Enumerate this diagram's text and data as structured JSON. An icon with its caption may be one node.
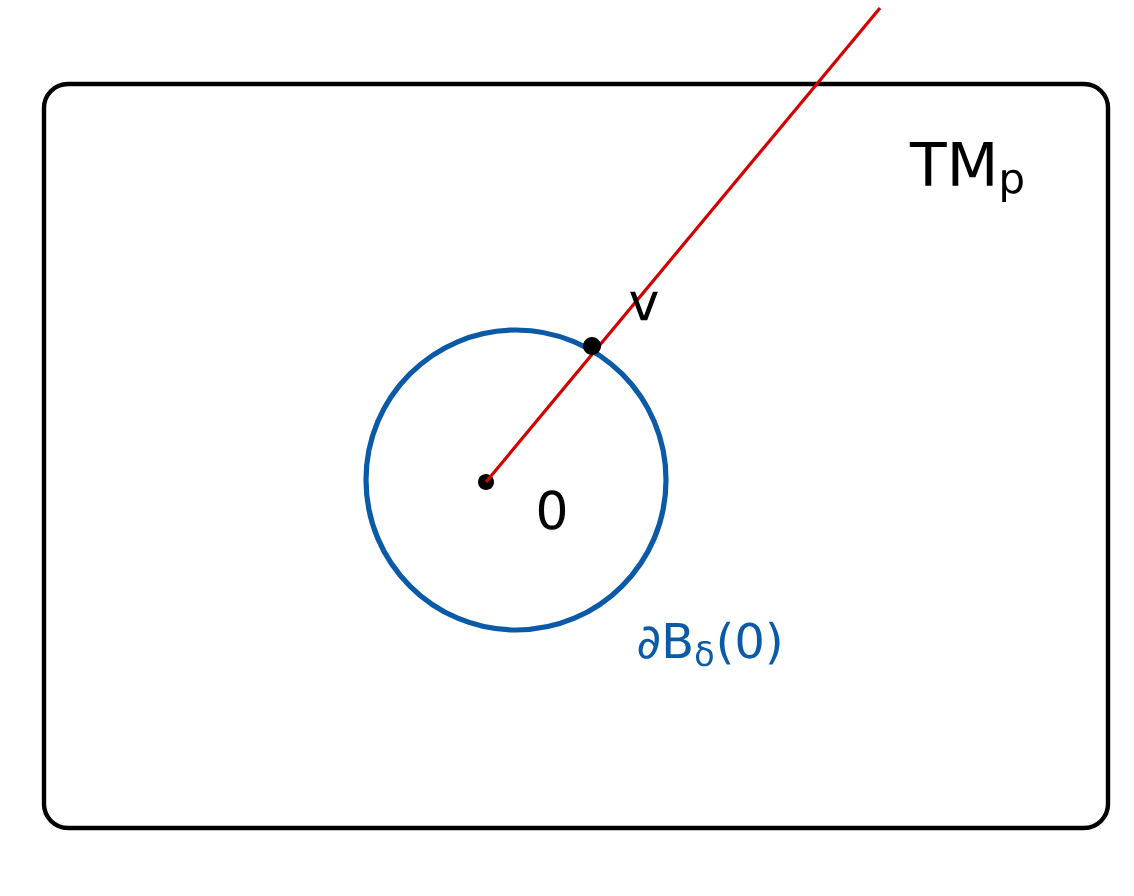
{
  "diagram": {
    "nodes": [
      {
        "text": [
          "TM$_{p}$"
        ]
      },
      {
        "text": [
          "0"
        ],
        "beside": [
          "∂B$_{δ}$(0)"
        ],
        "in": 0
      }
    ],
    "labels": [
      "v"
    ]
  }
}
